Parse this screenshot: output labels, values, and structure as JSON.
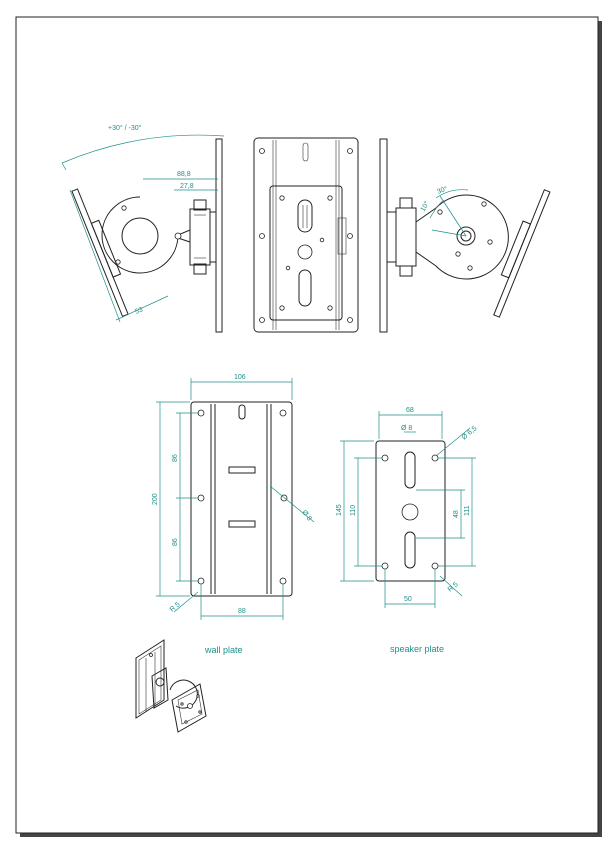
{
  "colors": {
    "line": "#222222",
    "dimension": "#1f8f8a",
    "paper": "#ffffff",
    "shadow": "#444444"
  },
  "side_view": {
    "angle_label": "+30° / -30°",
    "dim_88": "88,8",
    "dim_27": "27,8",
    "dim_53": "53"
  },
  "right_view": {
    "dim_30": "30°",
    "dim_10": "10°"
  },
  "wall_plate": {
    "label": "wall plate",
    "dim_width_top": "106",
    "dim_height": "200",
    "dim_upper": "86",
    "dim_lower": "86",
    "dim_width_bottom": "88",
    "dim_hole": "Ø 8",
    "dim_radius": "R 5"
  },
  "speaker_plate": {
    "label": "speaker plate",
    "dim_width_top": "68",
    "dim_hole_small": "Ø 8",
    "dim_hole_large": "Ø 6,5",
    "dim_height": "145",
    "dim_inner": "110",
    "dim_slot": "48",
    "dim_right": "111",
    "dim_width_bottom": "50",
    "dim_radius": "R 5"
  }
}
